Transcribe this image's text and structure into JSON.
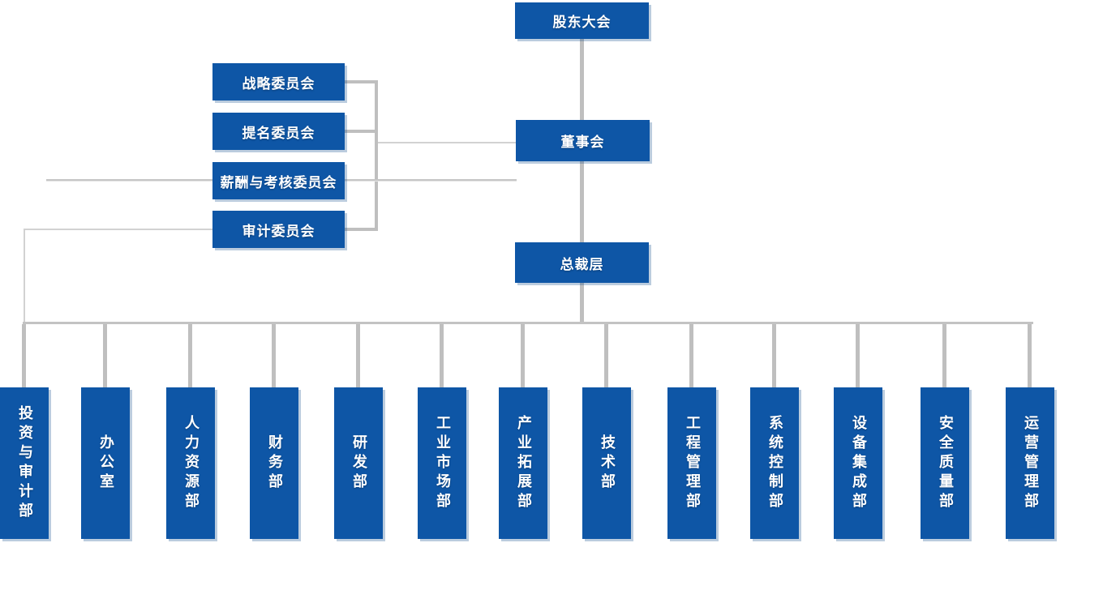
{
  "org": {
    "shareholders": "股东大会",
    "board": "董事会",
    "president": "总裁层",
    "committees": [
      {
        "label": "战略委员会"
      },
      {
        "label": "提名委员会"
      },
      {
        "label": "薪酬与考核委员会"
      },
      {
        "label": "审计委员会"
      }
    ],
    "departments": [
      {
        "label": "投资与审计部"
      },
      {
        "label": "办公室"
      },
      {
        "label": "人力资源部"
      },
      {
        "label": "财务部"
      },
      {
        "label": "研发部"
      },
      {
        "label": "工业市场部"
      },
      {
        "label": "产业拓展部"
      },
      {
        "label": "技术部"
      },
      {
        "label": "工程管理部"
      },
      {
        "label": "系统控制部"
      },
      {
        "label": "设备集成部"
      },
      {
        "label": "安全质量部"
      },
      {
        "label": "运营管理部"
      }
    ],
    "colors": {
      "node_blue": "#0e56a6",
      "node_shadow_blue": "#0a488a",
      "connector_gray": "#bfbfbf",
      "connector_light_gray": "#d2d2d2",
      "text_white": "#ffffff"
    }
  }
}
